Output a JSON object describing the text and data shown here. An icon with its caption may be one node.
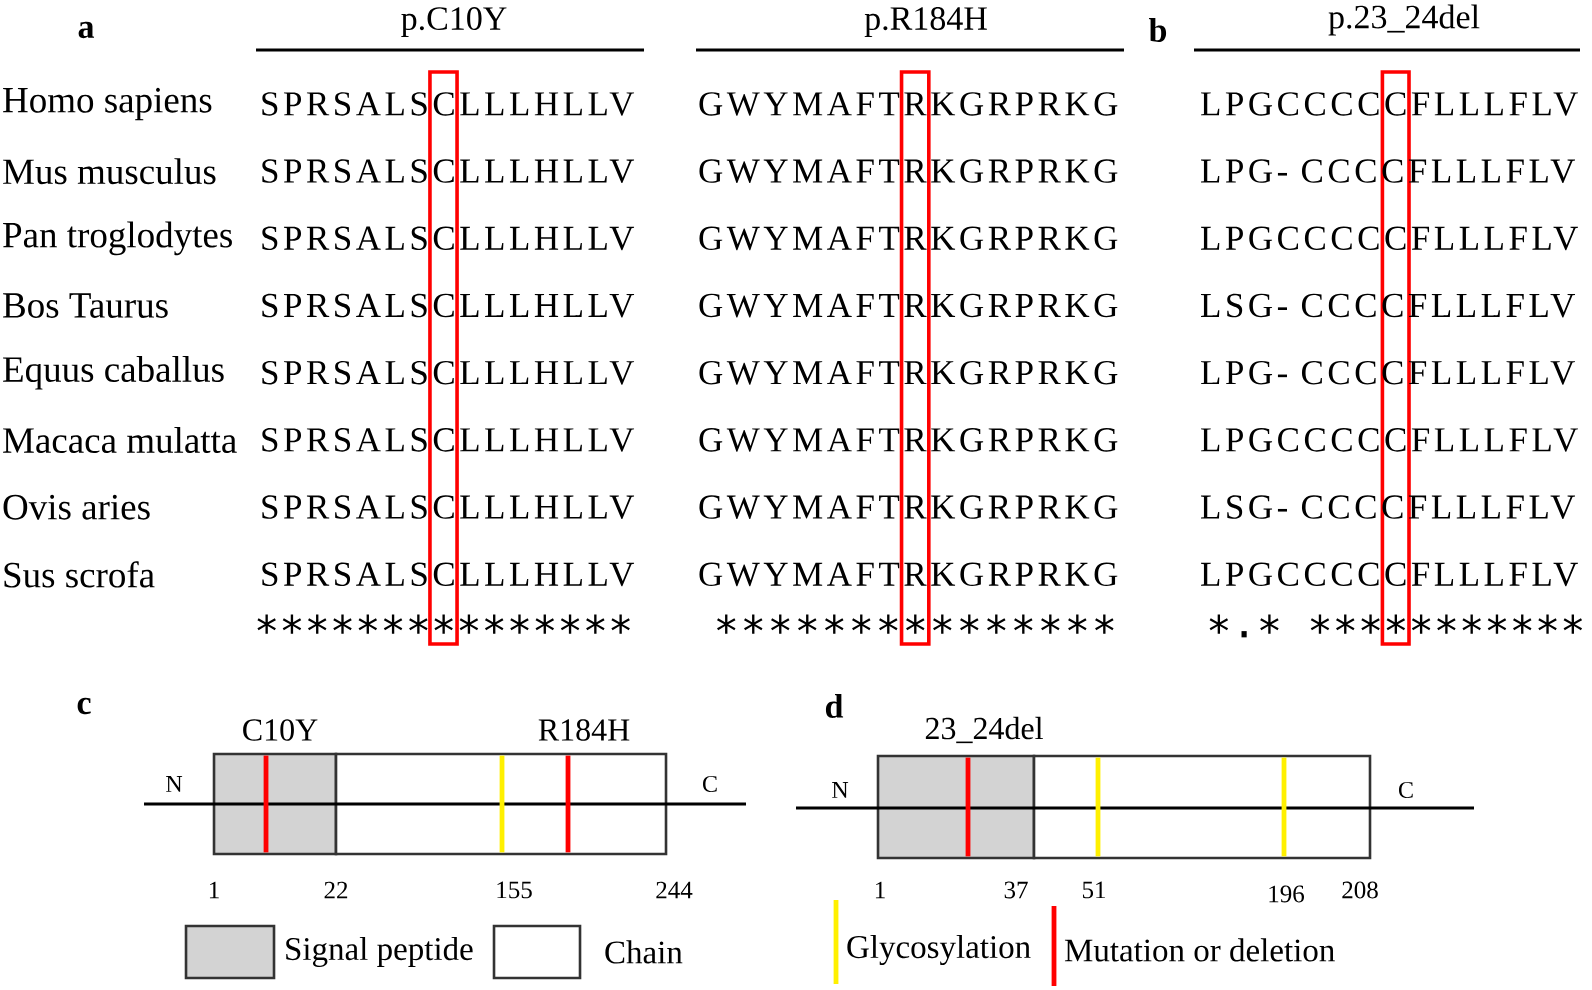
{
  "diagram": {
    "labels": [
      "a",
      "p.C10Y",
      "p.R184H",
      "b",
      "p.23_24del",
      "Homo sapiens",
      "SPRSALSCLLLHLLV",
      "GWYMAFTRKGRPRKG",
      "LPGCCCCCFLLLFLV",
      "Mus musculus",
      "SPRSALSCLLLHLLV",
      "GWYMAFTRKGRPRKG",
      "LPG- CCCCFLLLFLV",
      "Pan troglodytes",
      "SPRSALSCLLLHLLV",
      "GWYMAFTRKGRPRKG",
      "LPGCCCCCFLLLFLV",
      "Bos Taurus",
      "SPRSALSCLLLHLLV",
      "GWYMAFTRKGRPRKG",
      "LSG- CCCCFLLLFLV",
      "Equus caballus",
      "SPRSALSCLLLHLLV",
      "GWYMAFTRKGRPRKG",
      "LPG- CCCCFLLLFLV",
      "Macaca mulatta",
      "SPRSALSCLLLHLLV",
      "GWYMAFTRKGRPRKG",
      "LPGCCCCCFLLLFLV",
      "Ovis aries",
      "SPRSALSCLLLHLLV",
      "GWYMAFTRKGRPRKG",
      "LSG- CCCCFLLLFLV",
      "Sus scrofa",
      "SPRSALSCLLLHLLV",
      "GWYMAFTRKGRPRKG",
      "LPGCCCCCFLLLFLV",
      "∗∗∗∗∗∗∗∗∗∗∗∗∗∗∗",
      "∗∗∗∗∗∗∗∗∗∗∗∗∗∗∗",
      "∗.∗ ∗∗∗∗∗∗∗∗∗∗∗",
      "c",
      "d",
      "C10Y",
      "R184H",
      "23_24del",
      "N",
      "C",
      "N",
      "C",
      "1",
      "22",
      "155",
      "244",
      "1",
      "37",
      "51",
      "196",
      "208"
    ],
    "legend": [
      {
        "text": "Signal peptide",
        "color": "#d3d3d3"
      },
      {
        "text": "Chain"
      },
      {
        "text": "Glycosylation"
      },
      {
        "text": "Mutation or deletion"
      }
    ]
  }
}
